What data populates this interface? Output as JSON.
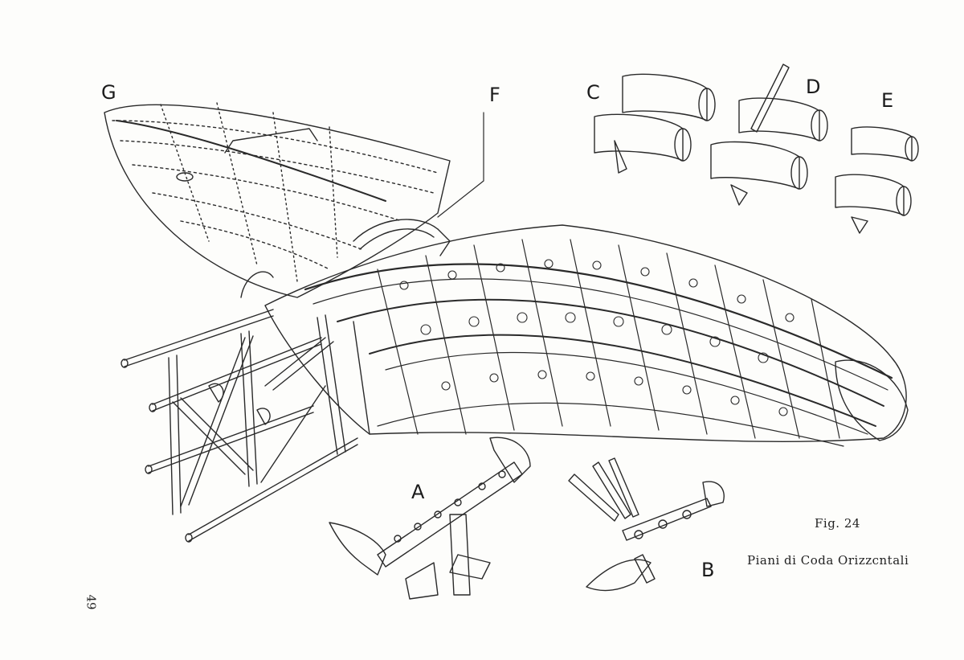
{
  "labels": {
    "G": "G",
    "F": "F",
    "C": "C",
    "D": "D",
    "E": "E",
    "A": "A",
    "B": "B"
  },
  "caption": {
    "fig_number": "Fig. 24",
    "title": "Piani di Coda Orizzcntali"
  },
  "page_number": "49"
}
